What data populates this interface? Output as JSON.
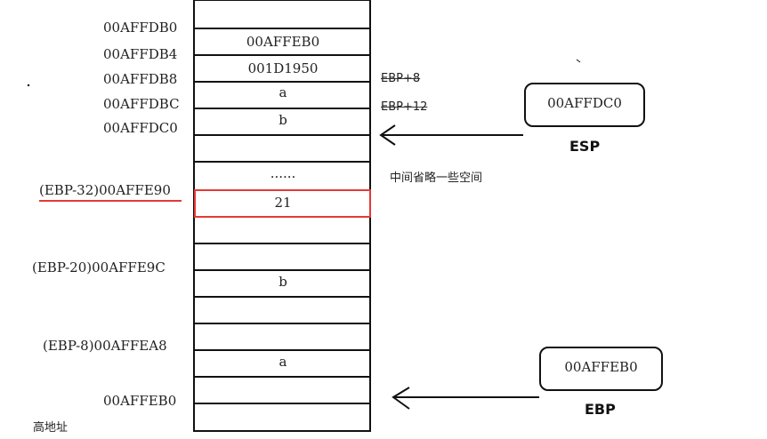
{
  "addresses": {
    "a0": "00AFFDB0",
    "a1": "00AFFDB4",
    "a2": "00AFFDB8",
    "a3": "00AFFDBC",
    "a4": "00AFFDC0",
    "a5": "(EBP-32)00AFFE90",
    "a6": "(EBP-20)00AFFE9C",
    "a7": "(EBP-8)00AFFEA8",
    "a8": "00AFFEB0"
  },
  "cells": {
    "c1": "00AFFEB0",
    "c2": "001D1950",
    "c3": "a",
    "c4": "b",
    "c6": "......",
    "c7": "21",
    "c10": "b",
    "c13": "a"
  },
  "annotations": {
    "ebp_plus_8": "EBP+8",
    "ebp_plus_12": "EBP+12",
    "omitted_note": "中间省略一些空间"
  },
  "registers": {
    "esp_box_value": "00AFFDC0",
    "esp_label": "ESP",
    "ebp_box_value": "00AFFEB0",
    "ebp_label": "EBP"
  },
  "footer": {
    "high_address": "高地址"
  },
  "colors": {
    "highlight": "#e53935",
    "line": "#111111"
  }
}
